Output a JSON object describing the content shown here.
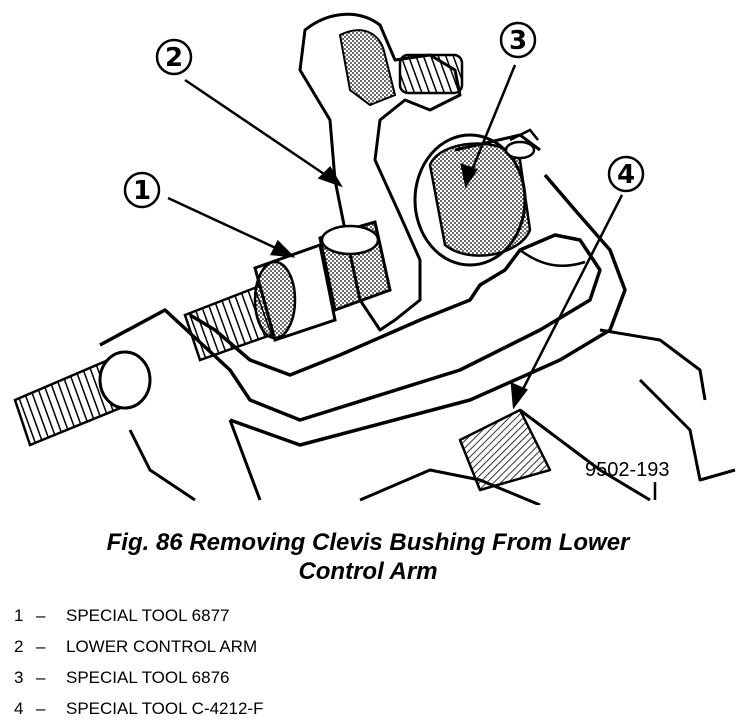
{
  "figure": {
    "callouts": [
      "2",
      "3",
      "1",
      "4"
    ],
    "reference_code": "9502-193"
  },
  "caption": {
    "line1": "Fig. 86 Removing Clevis Bushing From Lower",
    "line2": "Control Arm"
  },
  "legend": [
    {
      "num": "1",
      "dash": "–",
      "text": "SPECIAL TOOL 6877"
    },
    {
      "num": "2",
      "dash": "–",
      "text": "LOWER CONTROL ARM"
    },
    {
      "num": "3",
      "dash": "–",
      "text": "SPECIAL TOOL 6876"
    },
    {
      "num": "4",
      "dash": "–",
      "text": "SPECIAL TOOL C-4212-F"
    }
  ]
}
